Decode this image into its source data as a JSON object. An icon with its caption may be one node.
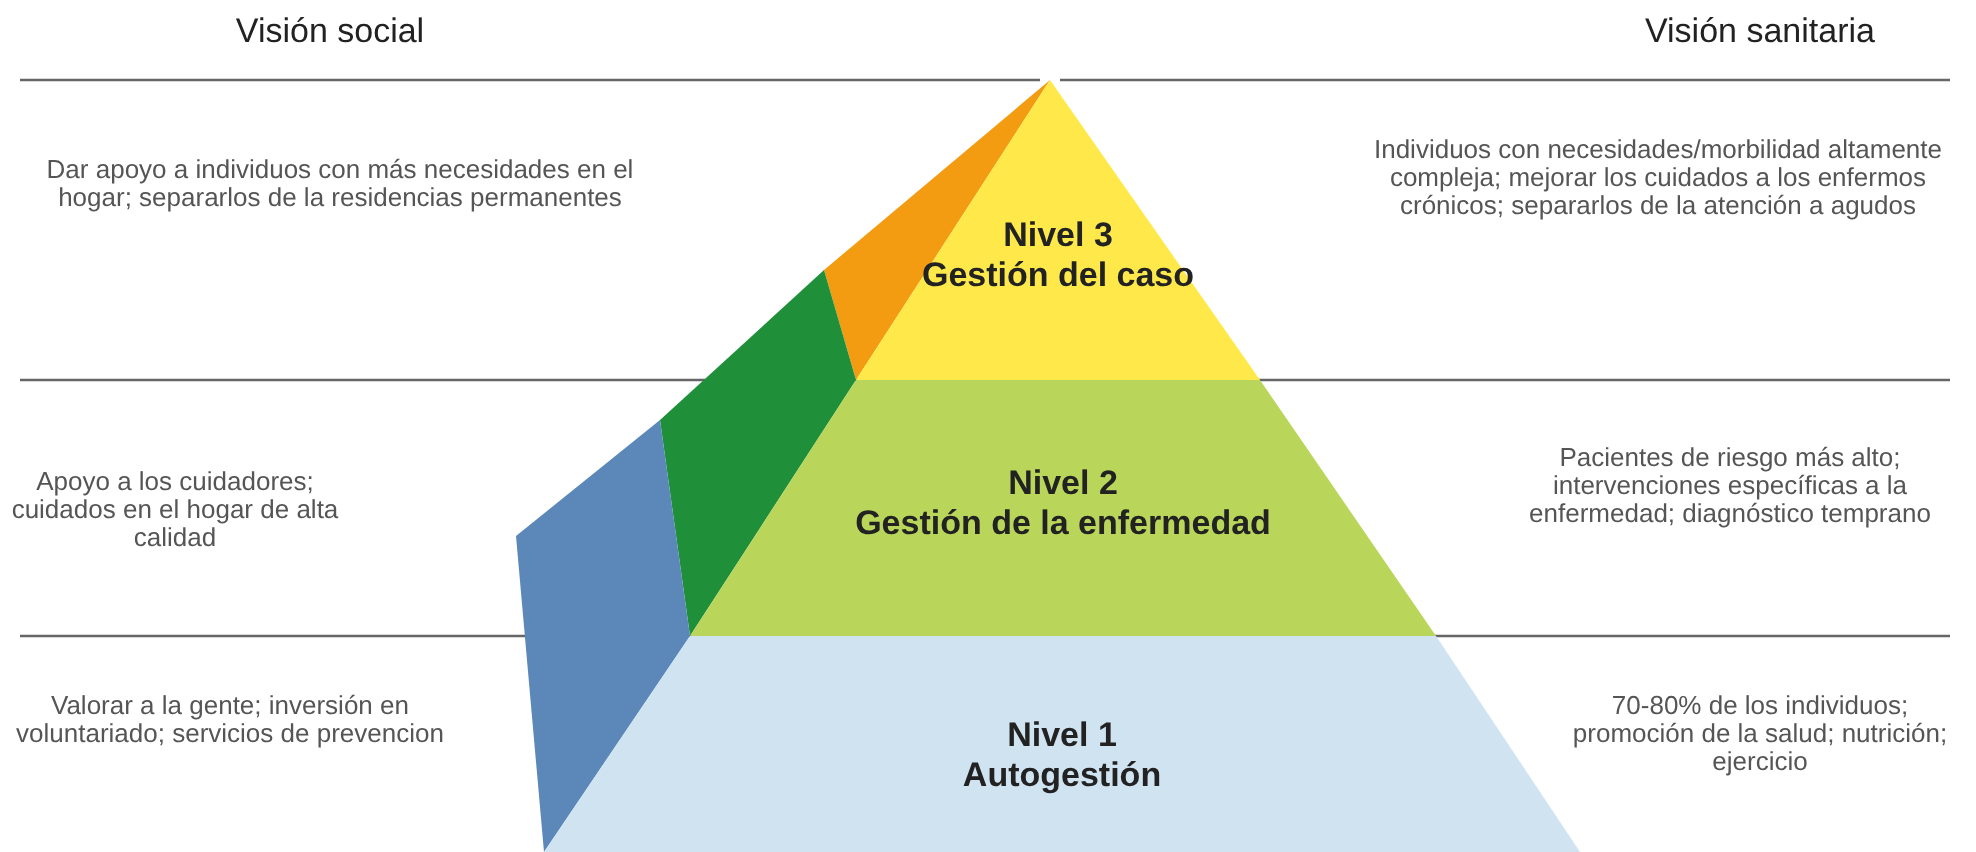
{
  "diagram": {
    "nodes": [
      {
        "text": [
          "Nivel 3",
          "Gestión del caso"
        ]
      },
      {
        "text": [
          "Nivel 2",
          "Gestión de la enfermedad"
        ]
      },
      {
        "text": [
          "Nivel 1",
          "Autogestión"
        ]
      }
    ],
    "edges": [],
    "labels": [
      "Visión social",
      "Visión sanitaria",
      "Dar apoyo a individuos con más necesidades en el hogar; separarlos de la residencias permanentes",
      "Individuos con necesidades/morbilidad altamente compleja; mejorar los cuidados a los enfermos crónicos; separarlos de la atención a agudos",
      "Apoyo a los cuidadores; cuidados en el hogar de alta calidad",
      "Pacientes de riesgo más alto; intervenciones específicas a la enfermedad; diagnóstico temprano",
      "Valorar a la gente; inversión en voluntariado; servicios de prevencion",
      "70-80% de los individuos; promoción de la salud; nutrición; ejercicio"
    ]
  }
}
